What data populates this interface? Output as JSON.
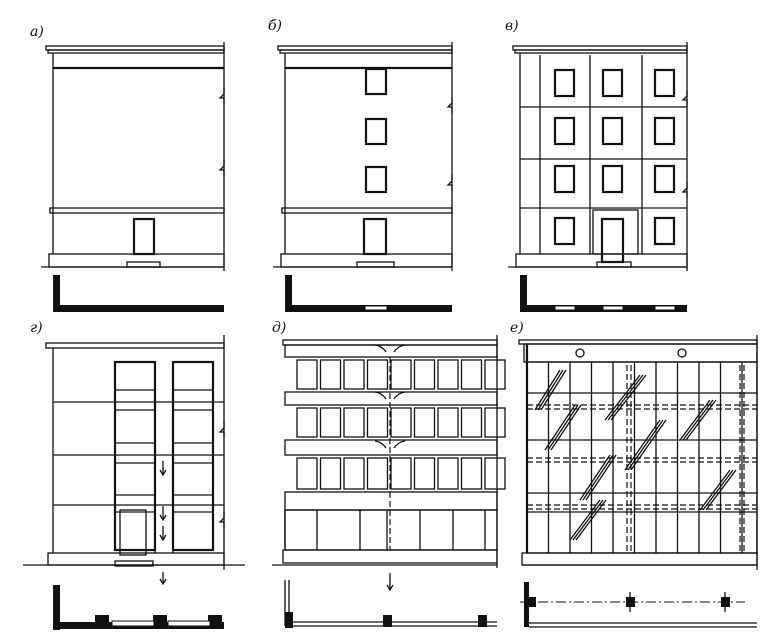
{
  "figure": {
    "panels": [
      {
        "id": "a",
        "label": "а)"
      },
      {
        "id": "b",
        "label": "б)"
      },
      {
        "id": "v",
        "label": "в)"
      },
      {
        "id": "g",
        "label": "г)"
      },
      {
        "id": "d",
        "label": "д)"
      },
      {
        "id": "e",
        "label": "е)"
      }
    ],
    "colors": {
      "ink": "#111111",
      "paper": "#ffffff"
    }
  }
}
